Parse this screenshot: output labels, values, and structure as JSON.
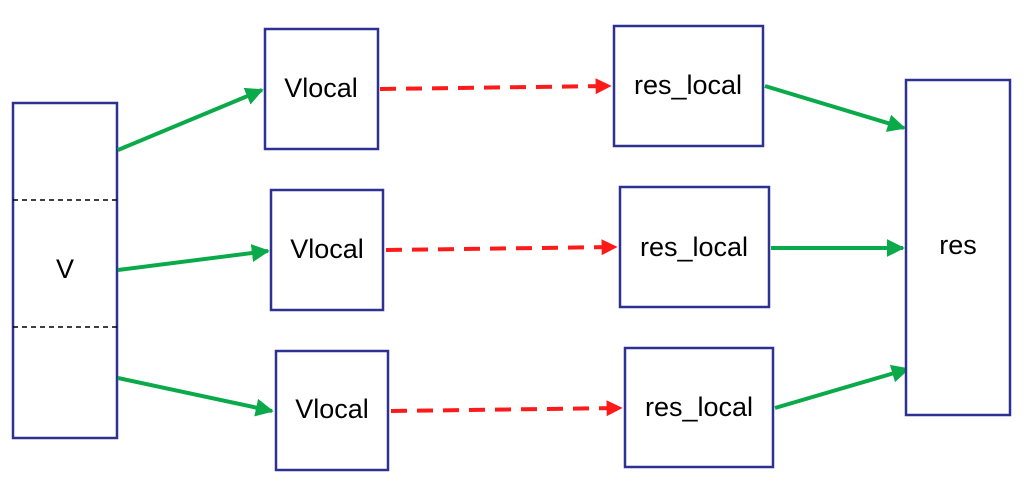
{
  "colors": {
    "box_border": "#2e3192",
    "scatter_gather_arrow": "#0aaa4b",
    "compute_arrow": "#ff1a1a",
    "divider": "#000000"
  },
  "input_array": {
    "label": "V",
    "segments": 3
  },
  "local_inputs": [
    {
      "label": "Vlocal"
    },
    {
      "label": "Vlocal"
    },
    {
      "label": "Vlocal"
    }
  ],
  "local_results": [
    {
      "label": "res_local"
    },
    {
      "label": "res_local"
    },
    {
      "label": "res_local"
    }
  ],
  "output": {
    "label": "res"
  }
}
